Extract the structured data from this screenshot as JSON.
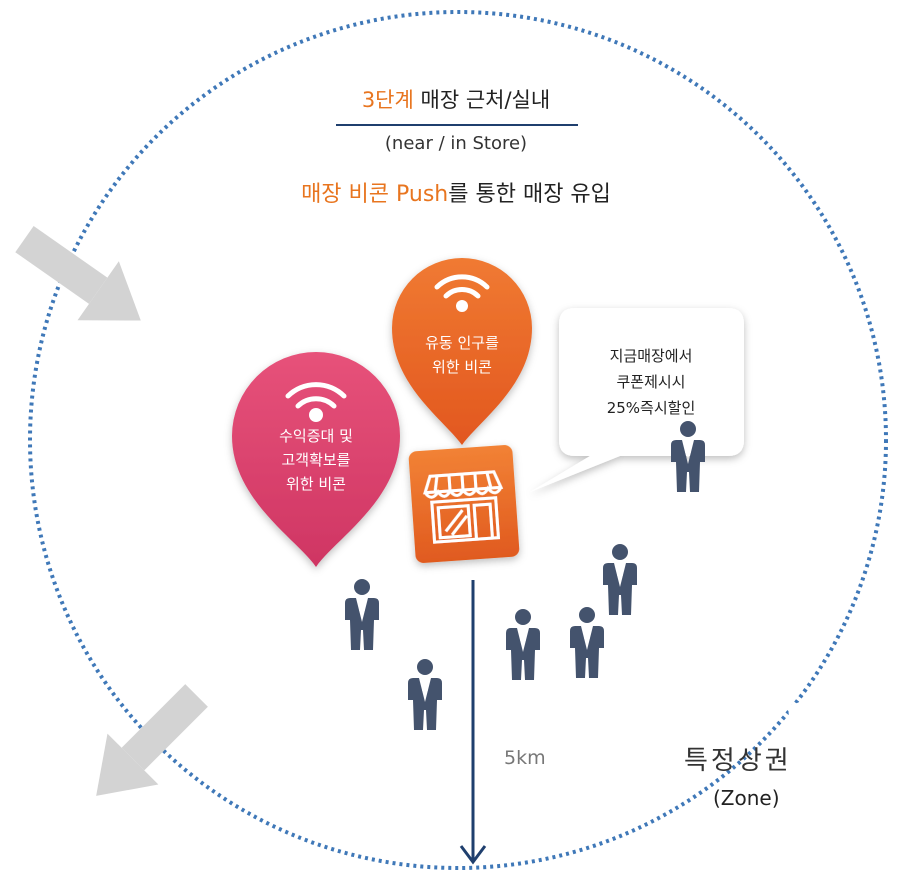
{
  "header": {
    "stage": "3단계",
    "stage_title": "매장 근처/실내",
    "subtitle": "(near / in Store)",
    "method_highlight": "매장 비콘 Push",
    "method_rest": "를 통한 매장 유입"
  },
  "beacons": {
    "orange": {
      "line1": "유동 인구를",
      "line2": "위한 비콘",
      "color": "#e8672a"
    },
    "pink": {
      "line1": "수익증대 및",
      "line2": "고객확보를",
      "line3": "위한 비콘",
      "color": "#d9406b"
    }
  },
  "bubble": {
    "line1": "지금매장에서",
    "line2": "쿠폰제시시",
    "line3": "25%즉시할인"
  },
  "distance": "5km",
  "zone": {
    "title": "특정상권",
    "subtitle": "(Zone)"
  },
  "colors": {
    "accent": "#e8751f",
    "person": "#44536d",
    "ring": "#3f78b8",
    "arrow": "#d3d3d3",
    "axis": "#1f3f6e"
  },
  "icons": [
    "wifi-icon",
    "store-icon",
    "person-icon",
    "arrow-icon"
  ]
}
